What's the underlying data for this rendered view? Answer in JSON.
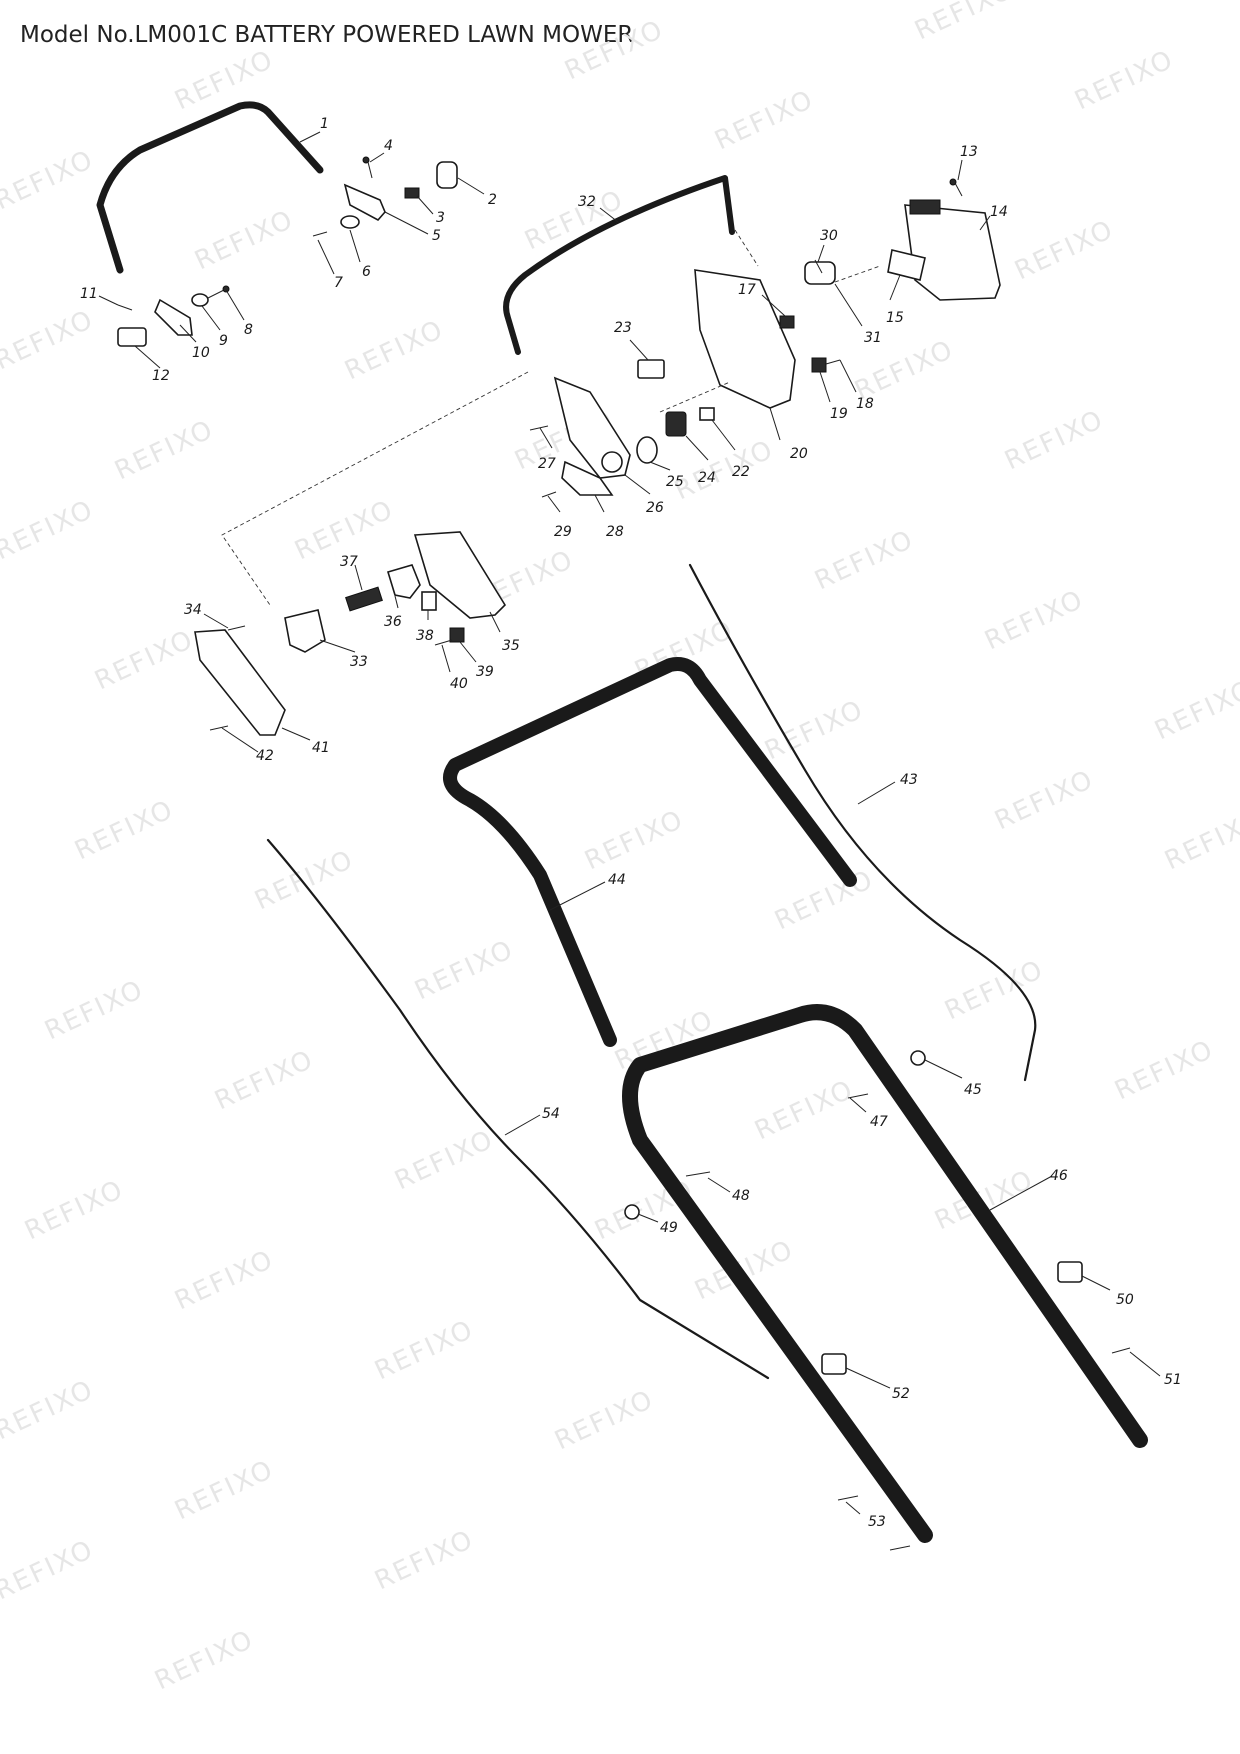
{
  "header": {
    "title": "Model No.LM001C BATTERY POWERED LAWN MOWER"
  },
  "watermark": {
    "text": "REFIXO",
    "color": "#e6e6e6"
  },
  "diagram": {
    "parts": [
      "1",
      "2",
      "3",
      "4",
      "5",
      "6",
      "7",
      "8",
      "9",
      "10",
      "11",
      "12",
      "13",
      "14",
      "15",
      "17",
      "18",
      "19",
      "20",
      "22",
      "23",
      "24",
      "25",
      "26",
      "27",
      "28",
      "29",
      "30",
      "31",
      "32",
      "33",
      "34",
      "35",
      "36",
      "37",
      "38",
      "39",
      "40",
      "41",
      "42",
      "43",
      "44",
      "45",
      "46",
      "47",
      "48",
      "49",
      "50",
      "51",
      "52",
      "53",
      "54"
    ]
  }
}
